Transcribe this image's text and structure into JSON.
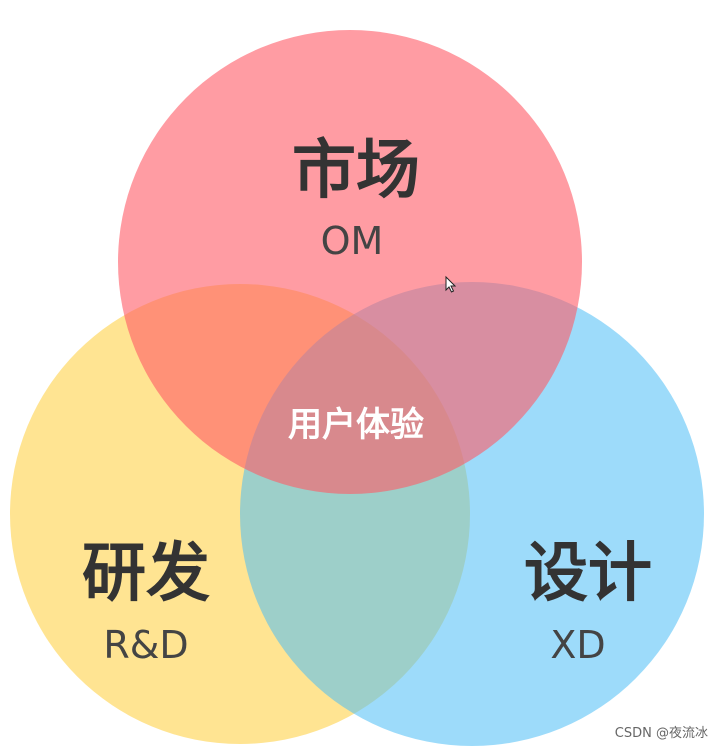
{
  "diagram": {
    "circles": {
      "market": {
        "title": "市场",
        "subtitle": "OM",
        "color": "#ff5a66"
      },
      "rnd": {
        "title": "研发",
        "subtitle": "R&D",
        "color": "#ffd24a"
      },
      "design": {
        "title": "设计",
        "subtitle": "XD",
        "color": "#4dbef5"
      }
    },
    "center_label": "用户体验"
  },
  "watermark": "CSDN @夜流冰"
}
